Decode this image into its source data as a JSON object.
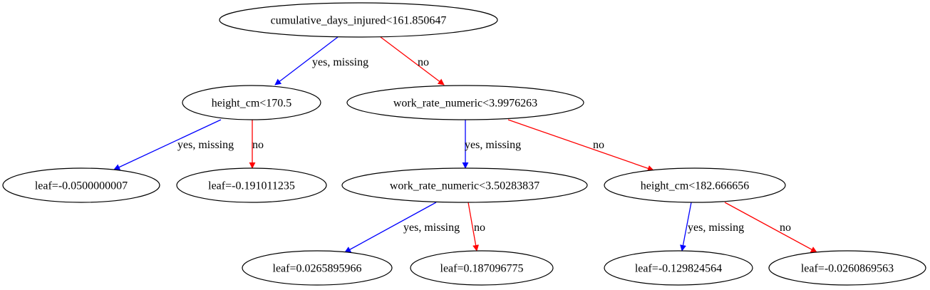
{
  "nodes": {
    "root": "cumulative_days_injured<161.850647",
    "n_height_1": "height_cm<170.5",
    "n_work_rate_1": "work_rate_numeric<3.9976263",
    "leaf_a": "leaf=-0.0500000007",
    "leaf_b": "leaf=-0.191011235",
    "n_work_rate_2": "work_rate_numeric<3.50283837",
    "n_height_2": "height_cm<182.666656",
    "leaf_c": "leaf=0.0265895966",
    "leaf_d": "leaf=0.187096775",
    "leaf_e": "leaf=-0.129824564",
    "leaf_f": "leaf=-0.0260869563"
  },
  "edges": [
    {
      "from": "root",
      "to": "n_height_1",
      "label": "yes, missing",
      "kind": "yes"
    },
    {
      "from": "root",
      "to": "n_work_rate_1",
      "label": "no",
      "kind": "no"
    },
    {
      "from": "n_height_1",
      "to": "leaf_a",
      "label": "yes, missing",
      "kind": "yes"
    },
    {
      "from": "n_height_1",
      "to": "leaf_b",
      "label": "no",
      "kind": "no"
    },
    {
      "from": "n_work_rate_1",
      "to": "n_work_rate_2",
      "label": "yes, missing",
      "kind": "yes"
    },
    {
      "from": "n_work_rate_1",
      "to": "n_height_2",
      "label": "no",
      "kind": "no"
    },
    {
      "from": "n_work_rate_2",
      "to": "leaf_c",
      "label": "yes, missing",
      "kind": "yes"
    },
    {
      "from": "n_work_rate_2",
      "to": "leaf_d",
      "label": "no",
      "kind": "no"
    },
    {
      "from": "n_height_2",
      "to": "leaf_e",
      "label": "yes, missing",
      "kind": "yes"
    },
    {
      "from": "n_height_2",
      "to": "leaf_f",
      "label": "no",
      "kind": "no"
    }
  ],
  "colors": {
    "yes": "#0000ff",
    "no": "#ff0000",
    "node_stroke": "#000000",
    "background": "#ffffff"
  }
}
